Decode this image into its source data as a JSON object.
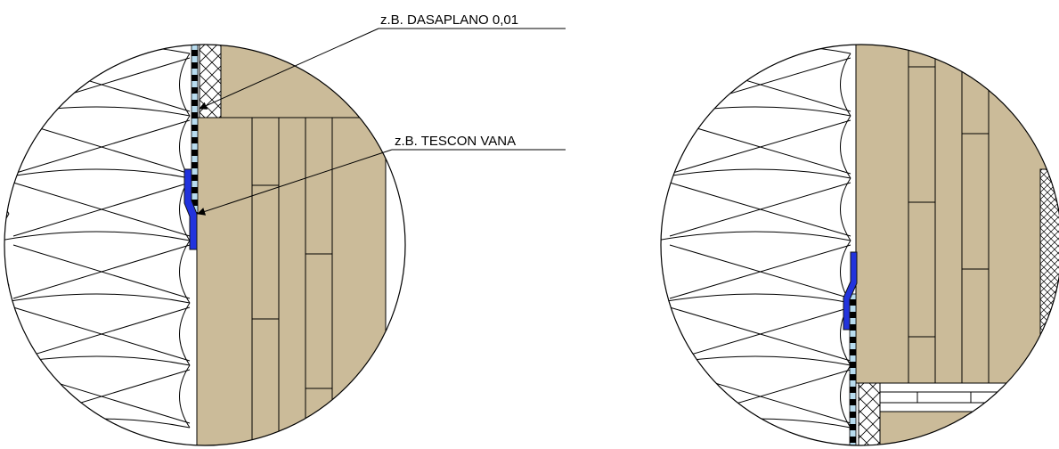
{
  "annotations": {
    "dasaplano": "z.B. DASAPLANO 0,01",
    "tescon": "z.B. TESCON VANA"
  },
  "colors": {
    "timber": "#cbbb99",
    "tape_blue": "#2233dd",
    "membrane_light": "#b8dcef",
    "outline": "#000000",
    "background": "#ffffff"
  },
  "details": {
    "left": {
      "name": "detail-left"
    },
    "right": {
      "name": "detail-right"
    }
  }
}
